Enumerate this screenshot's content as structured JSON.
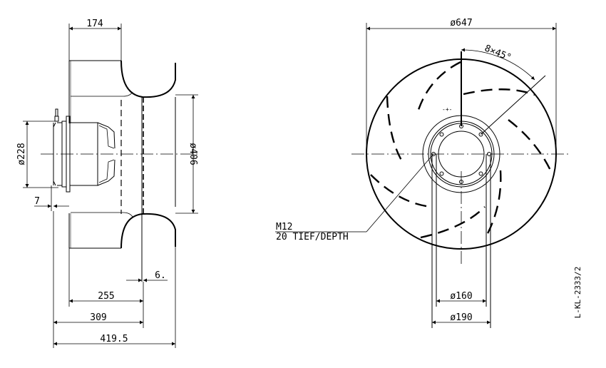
{
  "drawing": {
    "id": "L-KL-2333/2",
    "side_view": {
      "dimensions": {
        "inlet_depth": "174",
        "motor_diameter": "ø228",
        "inlet_diameter": "ø406",
        "flange_offset": "7",
        "wall_thickness": "6.",
        "depth_255": "255",
        "depth_309": "309",
        "overall_length": "419.5"
      }
    },
    "front_view": {
      "dimensions": {
        "outer_diameter": "ø647",
        "hole_pattern": "8×45°",
        "bolt_circle_inner": "ø160",
        "bolt_circle_outer": "ø190"
      },
      "thread_note": {
        "line1": "M12",
        "line2": "20 TIEF/DEPTH"
      }
    }
  }
}
